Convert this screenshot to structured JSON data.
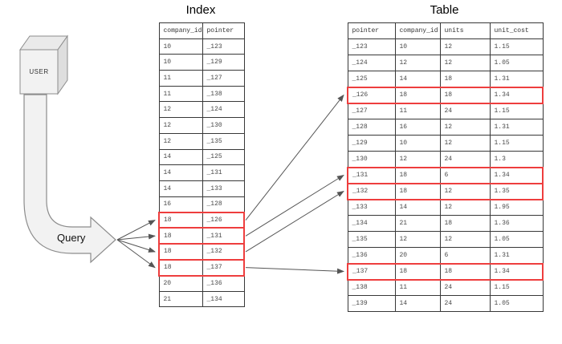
{
  "user": {
    "label": "USER"
  },
  "query": {
    "label": "Query"
  },
  "index_table": {
    "title": "Index",
    "columns": [
      "company_id",
      "pointer"
    ],
    "rows": [
      [
        "10",
        "_123"
      ],
      [
        "10",
        "_129"
      ],
      [
        "11",
        "_127"
      ],
      [
        "11",
        "_138"
      ],
      [
        "12",
        "_124"
      ],
      [
        "12",
        "_130"
      ],
      [
        "12",
        "_135"
      ],
      [
        "14",
        "_125"
      ],
      [
        "14",
        "_131"
      ],
      [
        "14",
        "_133"
      ],
      [
        "16",
        "_128"
      ],
      [
        "18",
        "_126"
      ],
      [
        "18",
        "_131"
      ],
      [
        "18",
        "_132"
      ],
      [
        "18",
        "_137"
      ],
      [
        "20",
        "_136"
      ],
      [
        "21",
        "_134"
      ]
    ],
    "highlighted_rows": [
      11,
      12,
      13,
      14
    ]
  },
  "data_table": {
    "title": "Table",
    "columns": [
      "pointer",
      "company_id",
      "units",
      "unit_cost"
    ],
    "rows": [
      [
        "_123",
        "10",
        "12",
        "1.15"
      ],
      [
        "_124",
        "12",
        "12",
        "1.05"
      ],
      [
        "_125",
        "14",
        "18",
        "1.31"
      ],
      [
        "_126",
        "18",
        "18",
        "1.34"
      ],
      [
        "_127",
        "11",
        "24",
        "1.15"
      ],
      [
        "_128",
        "16",
        "12",
        "1.31"
      ],
      [
        "_129",
        "10",
        "12",
        "1.15"
      ],
      [
        "_130",
        "12",
        "24",
        "1.3"
      ],
      [
        "_131",
        "18",
        "6",
        "1.34"
      ],
      [
        "_132",
        "18",
        "12",
        "1.35"
      ],
      [
        "_133",
        "14",
        "12",
        "1.95"
      ],
      [
        "_134",
        "21",
        "18",
        "1.36"
      ],
      [
        "_135",
        "12",
        "12",
        "1.05"
      ],
      [
        "_136",
        "20",
        "6",
        "1.31"
      ],
      [
        "_137",
        "18",
        "18",
        "1.34"
      ],
      [
        "_138",
        "11",
        "24",
        "1.15"
      ],
      [
        "_139",
        "14",
        "24",
        "1.05"
      ]
    ],
    "highlighted_rows": [
      3,
      8,
      9,
      14
    ]
  },
  "colors": {
    "highlight": "#ee3e3e",
    "arrow": "#555555",
    "table_border": "#383838",
    "cell_text": "#4a4a4a",
    "shape_fill": "#f2f2f2",
    "shape_stroke": "#8c8c8c",
    "cube_top": "#eaeaea",
    "cube_side": "#dedede"
  }
}
